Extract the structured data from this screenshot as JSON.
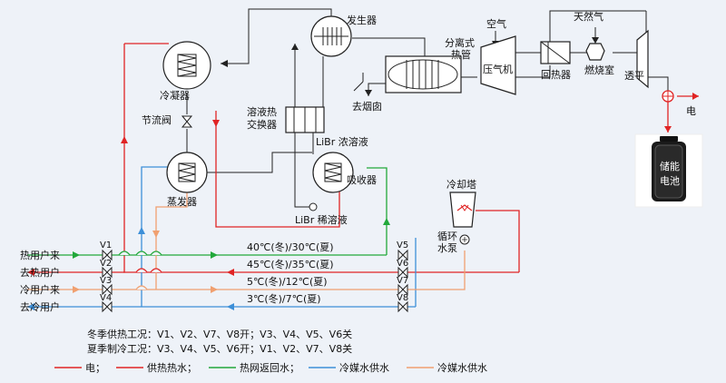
{
  "components": {
    "generator": "发生器",
    "condenser": "冷凝器",
    "throttle_valve": "节流阀",
    "evaporator": "蒸发器",
    "solution_hx": "溶液热交换器",
    "solution_hx_l1": "溶液热",
    "solution_hx_l2": "交换器",
    "libr_strong": "LiBr 浓溶液",
    "libr_weak": "LiBr 稀溶液",
    "absorber": "吸收器",
    "air": "空气",
    "natural_gas": "天然气",
    "heat_pipe": "分离式热管",
    "heat_pipe_l1": "分离式",
    "heat_pipe_l2": "热管",
    "compressor": "压气机",
    "recuperator": "回热器",
    "combustor": "燃烧室",
    "turbine": "透平",
    "chimney": "去烟囱",
    "electricity": "电",
    "battery": "储能电池",
    "battery_l1": "储能",
    "battery_l2": "电池",
    "cooling_tower": "冷却塔",
    "pump": "循环水泵",
    "pump_l1": "循环",
    "pump_l2": "水泵"
  },
  "lines": [
    {
      "name": "热用户来",
      "valve": "V1",
      "temp": "40℃(冬)/30℃(夏)",
      "right_valve": "V5"
    },
    {
      "name": "去热用户",
      "valve": "V2",
      "temp": "45℃(冬)/35℃(夏)",
      "right_valve": "V6"
    },
    {
      "name": "冷用户来",
      "valve": "V3",
      "temp": "5℃(冬)/12℃(夏)",
      "right_valve": "V7"
    },
    {
      "name": "去冷用户",
      "valve": "V4",
      "temp": "3℃(冬)/7℃(夏)",
      "right_valve": "V8"
    }
  ],
  "notes": {
    "winter": "冬季供热工况：V1、V2、V7、V8开；V3、V4、V5、V6关",
    "summer": "夏季制冷工况：V3、V4、V5、V6开；V1、V2、V7、V8关"
  },
  "legend": [
    {
      "label": "电；",
      "color": "#e02424"
    },
    {
      "label": "供热热水；",
      "color": "#e02424"
    },
    {
      "label": "热网返回水；",
      "color": "#22a83a"
    },
    {
      "label": "冷媒水供水",
      "color": "#3d8fd8"
    },
    {
      "label": "冷媒水供水",
      "color": "#f0a070"
    }
  ],
  "colors": {
    "red": "#e02424",
    "green": "#22a83a",
    "blue": "#3d8fd8",
    "peach": "#f0a070",
    "black": "#222222"
  }
}
